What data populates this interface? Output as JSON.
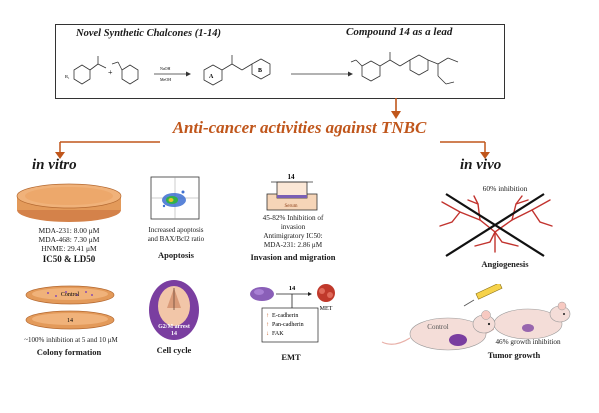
{
  "header": {
    "left_title": "Novel Synthetic Chalcones (1-14)",
    "right_title": "Compound 14 as a lead",
    "reagent_top": "NaOH",
    "reagent_bottom": "MeOH",
    "ring_a": "A",
    "ring_b": "B"
  },
  "main_title": "Anti-cancer activities against TNBC",
  "in_vitro": "in vitro",
  "in_vivo": "in vivo",
  "ic50": {
    "lines": [
      "MDA-231: 8.00 μM",
      "MDA-468: 7.30 μM",
      "HNME: 29.41 μM"
    ],
    "caption": "IC50 & LD50"
  },
  "apoptosis": {
    "text": [
      "Increased apoptosis",
      "and BAX/Bcl2 ratio"
    ],
    "caption": "Apoptosis"
  },
  "invasion": {
    "insert_label": "14",
    "serum_label": "Serum",
    "text": [
      "45-82%  Inhibition of",
      "invasion",
      "Antimigratory IC50:",
      "MDA-231: 2.86 μM"
    ],
    "caption": "Invasion and migration"
  },
  "angiogenesis": {
    "text": "60% inhibition",
    "caption": "Angiogenesis"
  },
  "colony": {
    "dish_top": "Control",
    "dish_bottom": "14",
    "text": "~100% inhibition at 5 and 10 μM",
    "caption": "Colony formation"
  },
  "cell_cycle": {
    "text_line1": "G2/M arrest",
    "text_line2": "14",
    "caption": "Cell cycle"
  },
  "emt": {
    "arrow_label": "14",
    "met_label": "MET",
    "markers": [
      "E-cadherin",
      "Pan-cadherin",
      "FAK"
    ],
    "caption": "EMT"
  },
  "tumor": {
    "control_label": "Control",
    "text": "46% growth inhibition",
    "caption": "Tumor growth"
  },
  "colors": {
    "accent": "#c0561b",
    "petri": "#e39a5a",
    "arrow": "#c0561b",
    "vessel": "#c2332e",
    "cell_purple": "#7a3ea0"
  }
}
